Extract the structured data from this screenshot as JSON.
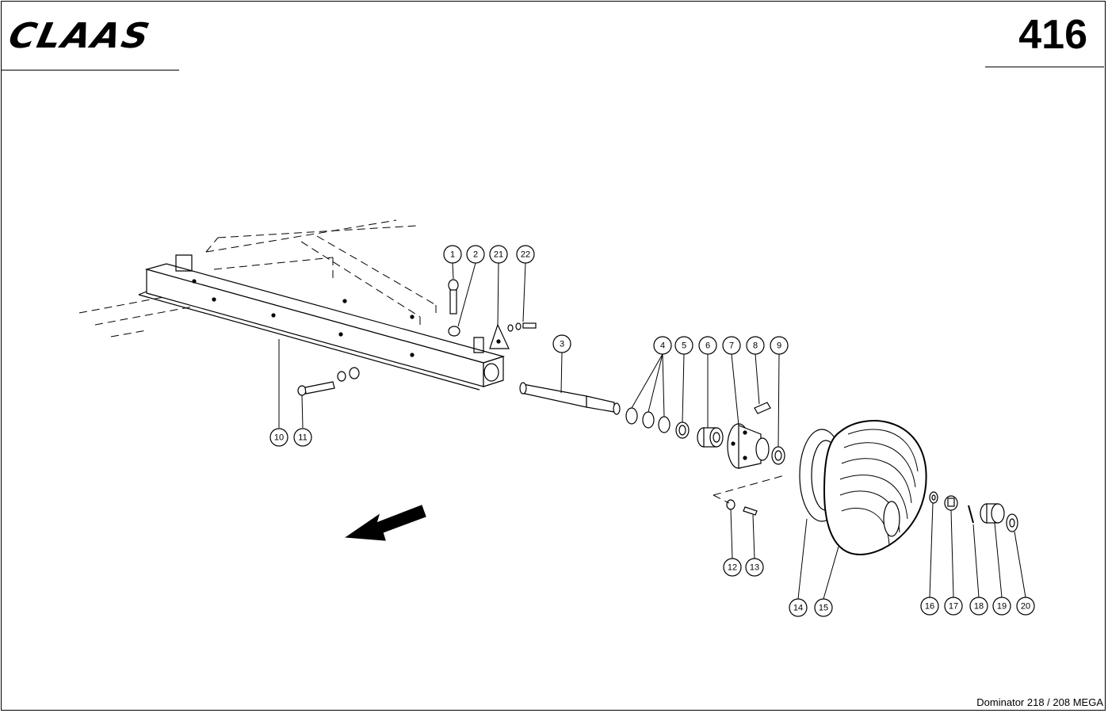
{
  "header": {
    "brand": "CLAAS",
    "page_number": "416"
  },
  "footer": {
    "model": "Dominator 218 / 208 MEGA"
  },
  "callouts": [
    {
      "id": "1",
      "label": "1"
    },
    {
      "id": "2",
      "label": "2"
    },
    {
      "id": "21",
      "label": "21"
    },
    {
      "id": "22",
      "label": "22"
    },
    {
      "id": "3",
      "label": "3"
    },
    {
      "id": "4",
      "label": "4"
    },
    {
      "id": "5",
      "label": "5"
    },
    {
      "id": "6",
      "label": "6"
    },
    {
      "id": "7",
      "label": "7"
    },
    {
      "id": "8",
      "label": "8"
    },
    {
      "id": "9",
      "label": "9"
    },
    {
      "id": "10",
      "label": "10"
    },
    {
      "id": "11",
      "label": "11"
    },
    {
      "id": "12",
      "label": "12"
    },
    {
      "id": "13",
      "label": "13"
    },
    {
      "id": "14",
      "label": "14"
    },
    {
      "id": "15",
      "label": "15"
    },
    {
      "id": "16",
      "label": "16"
    },
    {
      "id": "17",
      "label": "17"
    },
    {
      "id": "18",
      "label": "18"
    },
    {
      "id": "19",
      "label": "19"
    },
    {
      "id": "20",
      "label": "20"
    }
  ]
}
